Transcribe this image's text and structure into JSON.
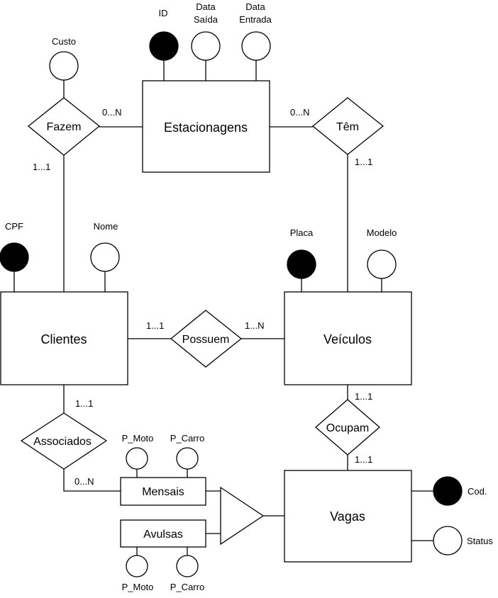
{
  "entities": {
    "estacionagens": "Estacionagens",
    "clientes": "Clientes",
    "veiculos": "Veículos",
    "vagas": "Vagas",
    "mensais": "Mensais",
    "avulsas": "Avulsas"
  },
  "relationships": {
    "fazem": "Fazem",
    "tem": "Têm",
    "possuem": "Possuem",
    "associados": "Associados",
    "ocupam": "Ocupam"
  },
  "attributes": {
    "custo": "Custo",
    "id": "ID",
    "data_saida_1": "Data",
    "data_saida_2": "Saída",
    "data_entrada_1": "Data",
    "data_entrada_2": "Entrada",
    "cpf": "CPF",
    "nome": "Nome",
    "placa": "Placa",
    "modelo": "Modelo",
    "mensais_moto": "P_Moto",
    "mensais_carro": "P_Carro",
    "avulsas_moto": "P_Moto",
    "avulsas_carro": "P_Carro",
    "cod": "Cod.",
    "status": "Status"
  },
  "cardinalities": {
    "fazem_estacionagens": "0...N",
    "fazem_clientes": "1...1",
    "tem_estacionagens": "0...N",
    "tem_veiculos": "1...1",
    "possuem_clientes": "1...1",
    "possuem_veiculos": "1...N",
    "associados_clientes": "1...1",
    "associados_mensais": "0...N",
    "ocupam_veiculos": "1...1",
    "ocupam_vagas": "1...1"
  },
  "colors": {
    "stroke": "#000000",
    "key_fill": "#000000",
    "fill": "#ffffff"
  }
}
